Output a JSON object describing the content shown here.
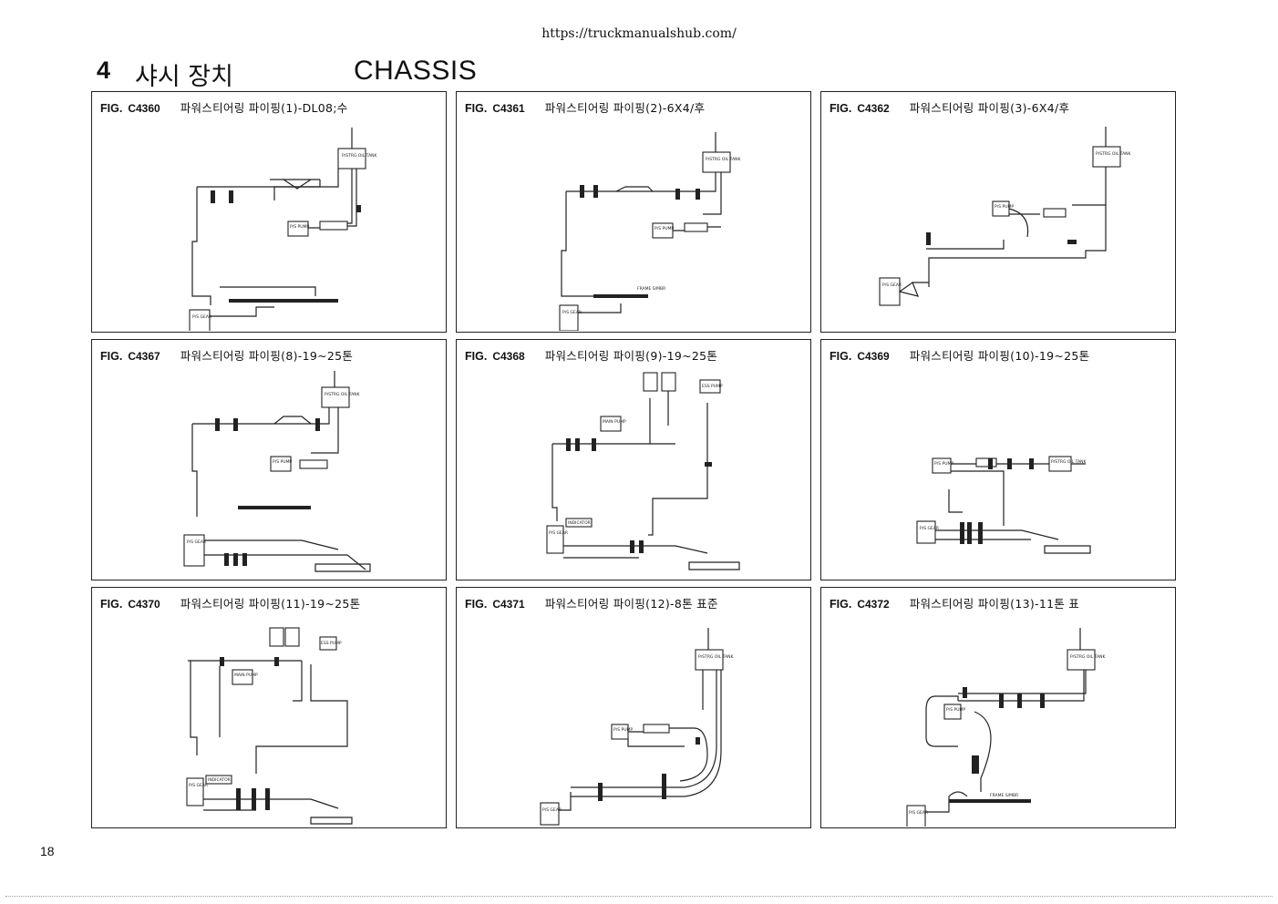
{
  "page": {
    "url": "https://truckmanualshub.com/",
    "section_number": "4",
    "section_title_ko": "샤시 장치",
    "section_title_en": "CHASSIS",
    "page_number": "18"
  },
  "figures": [
    {
      "fig": "FIG.",
      "code": "C4360",
      "title": "파워스티어링 파이핑(1)-DL08;수"
    },
    {
      "fig": "FIG.",
      "code": "C4361",
      "title": "파워스티어링 파이핑(2)-6X4/후"
    },
    {
      "fig": "FIG.",
      "code": "C4362",
      "title": "파워스티어링 파이핑(3)-6X4/후"
    },
    {
      "fig": "FIG.",
      "code": "C4367",
      "title": "파워스티어링 파이핑(8)-19~25톤"
    },
    {
      "fig": "FIG.",
      "code": "C4368",
      "title": "파워스티어링 파이핑(9)-19~25톤"
    },
    {
      "fig": "FIG.",
      "code": "C4369",
      "title": "파워스티어링 파이핑(10)-19~25톤"
    },
    {
      "fig": "FIG.",
      "code": "C4370",
      "title": "파워스티어링 파이핑(11)-19~25톤"
    },
    {
      "fig": "FIG.",
      "code": "C4371",
      "title": "파워스티어링 파이핑(12)-8톤 표준"
    },
    {
      "fig": "FIG.",
      "code": "C4372",
      "title": "파워스티어링 파이핑(13)-11톤 표"
    }
  ],
  "diagram_labels": {
    "oil_tank": "P/STRG OIL TANK",
    "pump": "P/S PUMP",
    "gear": "P/S GEAR",
    "main_pump": "MAIN PUMP",
    "ess_pump": "ESS PUMP",
    "indicator": "INDICATOR",
    "frame_siber": "FRAME S/MBR"
  }
}
